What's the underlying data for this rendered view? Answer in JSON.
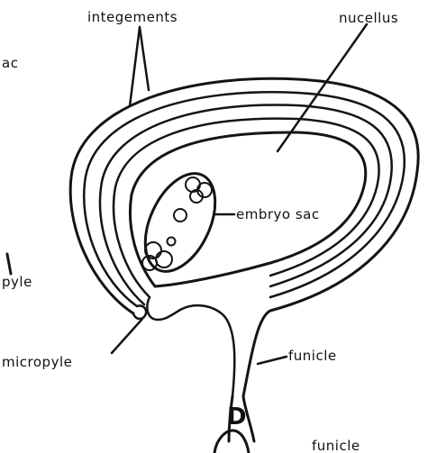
{
  "figure": {
    "labels": {
      "integuments": "integements",
      "nucellus": "nucellus",
      "sac_fragment": "ac",
      "embryo_sac": "embryo sac",
      "pyle_fragment": "pyle",
      "micropyle": "micropyle",
      "funicle": "funicle",
      "panel_letter": "D",
      "funicle_bottom": "funicle"
    },
    "colors": {
      "ink": "#141414",
      "background": "#ffffff"
    }
  }
}
